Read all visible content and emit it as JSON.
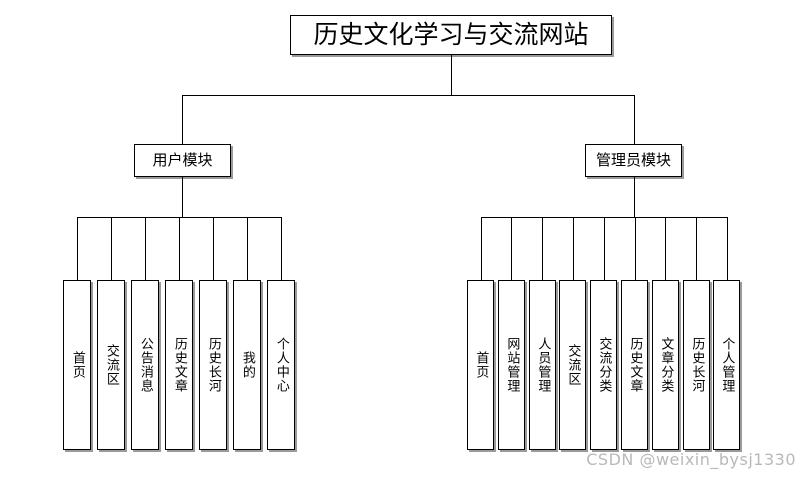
{
  "diagram": {
    "root": {
      "label": "历史文化学习与交流网站"
    },
    "branches": [
      {
        "id": "user-module",
        "label": "用户模块",
        "leaves": [
          {
            "label": "首页"
          },
          {
            "label": "交流区"
          },
          {
            "label": "公告消息"
          },
          {
            "label": "历史文章"
          },
          {
            "label": "历史长河"
          },
          {
            "label": "我的"
          },
          {
            "label": "个人中心"
          }
        ]
      },
      {
        "id": "admin-module",
        "label": "管理员模块",
        "leaves": [
          {
            "label": "首页"
          },
          {
            "label": "网站管理"
          },
          {
            "label": "人员管理"
          },
          {
            "label": "交流区"
          },
          {
            "label": "交流分类"
          },
          {
            "label": "历史文章"
          },
          {
            "label": "文章分类"
          },
          {
            "label": "历史长河"
          },
          {
            "label": "个人管理"
          }
        ]
      }
    ]
  },
  "watermark": {
    "text": "CSDN @weixin_bysj1330"
  },
  "colors": {
    "background": "#ffffff",
    "line": "#000000",
    "box_border": "#000000",
    "box_shadow": "#9a9a9a",
    "watermark": "#b9b9b9"
  }
}
